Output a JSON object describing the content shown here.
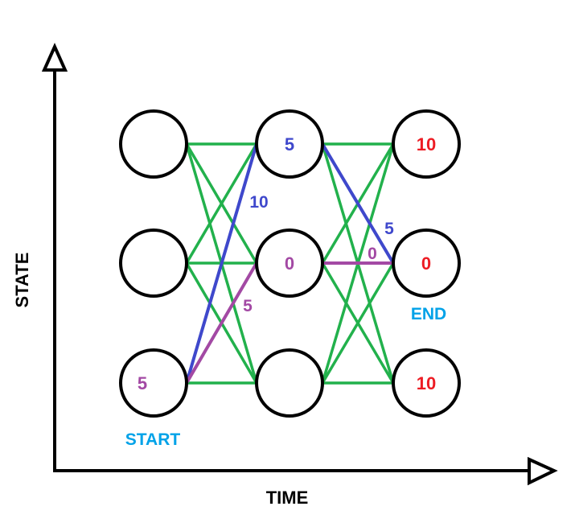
{
  "axes": {
    "x_label": "TIME",
    "y_label": "STATE",
    "color": "#000000"
  },
  "colors": {
    "edge": "#22b14c",
    "blue_path": "#3f48cc",
    "purple_path": "#a349a4",
    "red": "#ed1c24",
    "tag": "#00a2e8",
    "node_stroke": "#000000"
  },
  "nodes": [
    {
      "id": "t0-s2",
      "label": "",
      "color": "#000000"
    },
    {
      "id": "t0-s1",
      "label": "",
      "color": "#000000"
    },
    {
      "id": "t0-s0",
      "label": "5",
      "color": "#a349a4"
    },
    {
      "id": "t1-s2",
      "label": "5",
      "color": "#3f48cc"
    },
    {
      "id": "t1-s1",
      "label": "0",
      "color": "#a349a4"
    },
    {
      "id": "t1-s0",
      "label": "",
      "color": "#000000"
    },
    {
      "id": "t2-s2",
      "label": "10",
      "color": "#ed1c24"
    },
    {
      "id": "t2-s1",
      "label": "0",
      "color": "#ed1c24"
    },
    {
      "id": "t2-s0",
      "label": "10",
      "color": "#ed1c24"
    }
  ],
  "path_edges": [
    {
      "id": "blue-1",
      "from": "t0-s0",
      "to": "t1-s2",
      "color": "#3f48cc"
    },
    {
      "id": "purple-1",
      "from": "t0-s0",
      "to": "t1-s1",
      "color": "#a349a4"
    },
    {
      "id": "blue-2",
      "from": "t1-s2",
      "to": "t2-s1",
      "color": "#3f48cc"
    },
    {
      "id": "purple-2",
      "from": "t1-s1",
      "to": "t2-s1",
      "color": "#a349a4"
    }
  ],
  "edge_labels": [
    {
      "id": "weight-blue-1",
      "text": "10",
      "color": "#3f48cc"
    },
    {
      "id": "weight-purple-1",
      "text": "5",
      "color": "#a349a4"
    },
    {
      "id": "weight-blue-2",
      "text": "5",
      "color": "#3f48cc"
    },
    {
      "id": "weight-purple-2",
      "text": "0",
      "color": "#a349a4"
    }
  ],
  "tags": {
    "start": "START",
    "end": "END"
  }
}
